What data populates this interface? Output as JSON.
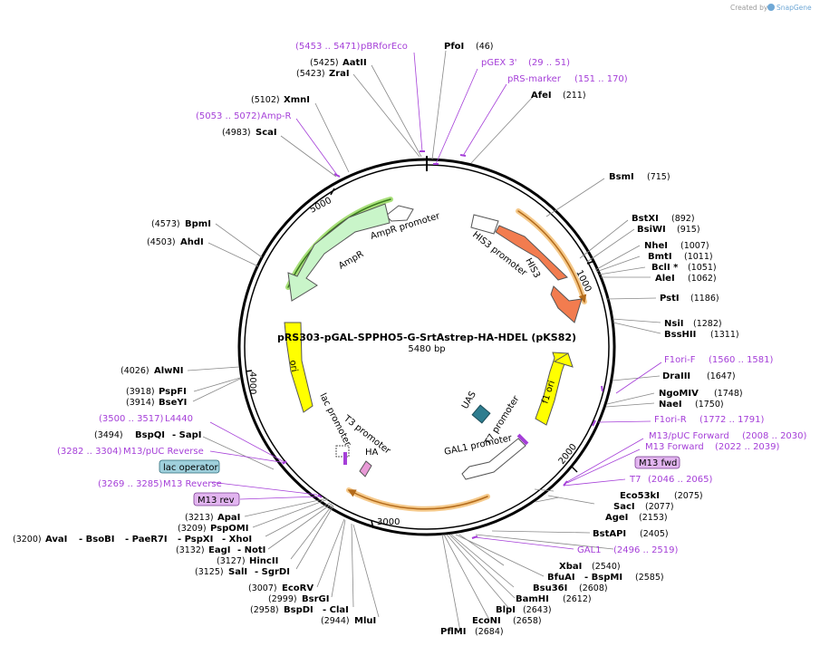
{
  "watermark": {
    "created_by": "Created by",
    "brand": "SnapGene"
  },
  "plasmid": {
    "name": "pRS303-pGAL-SPPHO5-G-SrtAstrep-HA-HDEL (pKS82)",
    "length": "5480 bp"
  },
  "ticks": [
    "1000",
    "2000",
    "3000",
    "4000",
    "5000"
  ],
  "features": {
    "ampr": "AmpR",
    "ampr_promoter": "AmpR promoter",
    "his3": "HIS3",
    "his3_promoter": "HIS3 promoter",
    "ori": "ori",
    "f1_ori": "f1 ori",
    "lac_promoter": "lac promoter",
    "t3_promoter": "T3 promoter",
    "ha": "HA",
    "uas": "UAS",
    "gal1_promoter": "GAL1 promoter",
    "t7_promoter": "T7 promoter"
  },
  "enzymes": {
    "pfoi": {
      "name": "PfoI",
      "pos": "(46)"
    },
    "aatii": {
      "name": "AatII",
      "pos": "(5425)"
    },
    "zrai": {
      "name": "ZraI",
      "pos": "(5423)"
    },
    "xmni": {
      "name": "XmnI",
      "pos": "(5102)"
    },
    "scai": {
      "name": "ScaI",
      "pos": "(4983)"
    },
    "afei": {
      "name": "AfeI",
      "pos": "(211)"
    },
    "bsmi": {
      "name": "BsmI",
      "pos": "(715)"
    },
    "bstxi": {
      "name": "BstXI",
      "pos": "(892)"
    },
    "bsiwi": {
      "name": "BsiWI",
      "pos": "(915)"
    },
    "nhei": {
      "name": "NheI",
      "pos": "(1007)"
    },
    "bmti": {
      "name": "BmtI",
      "pos": "(1011)"
    },
    "bcli": {
      "name": "BclI *",
      "pos": "(1051)"
    },
    "alei": {
      "name": "AleI",
      "pos": "(1062)"
    },
    "psti": {
      "name": "PstI",
      "pos": "(1186)"
    },
    "nsii": {
      "name": "NsiI",
      "pos": "(1282)"
    },
    "bsshii": {
      "name": "BssHII",
      "pos": "(1311)"
    },
    "draiii": {
      "name": "DraIII",
      "pos": "(1647)"
    },
    "ngomiv": {
      "name": "NgoMIV",
      "pos": "(1748)"
    },
    "naei": {
      "name": "NaeI",
      "pos": "(1750)"
    },
    "eco53ki": {
      "name": "Eco53kI",
      "pos": "(2075)"
    },
    "saci": {
      "name": "SacI",
      "pos": "(2077)"
    },
    "agei": {
      "name": "AgeI",
      "pos": "(2153)"
    },
    "bstapi": {
      "name": "BstAPI",
      "pos": "(2405)"
    },
    "xbai": {
      "name": "XbaI",
      "pos": "(2540)"
    },
    "bfuai": {
      "name": "BfuAI",
      "pos": ""
    },
    "bspmi": {
      "name": "- BspMI",
      "pos": "(2585)"
    },
    "bsu36i": {
      "name": "Bsu36I",
      "pos": "(2608)"
    },
    "bamhi": {
      "name": "BamHI",
      "pos": "(2612)"
    },
    "blpi": {
      "name": "BlpI",
      "pos": "(2643)"
    },
    "econi": {
      "name": "EcoNI",
      "pos": "(2658)"
    },
    "pflmi": {
      "name": "PflMI",
      "pos": "(2684)"
    },
    "bpmi": {
      "name": "BpmI",
      "pos": "(4573)"
    },
    "ahdi": {
      "name": "AhdI",
      "pos": "(4503)"
    },
    "alwni": {
      "name": "AlwNI",
      "pos": "(4026)"
    },
    "pspfi": {
      "name": "PspFI",
      "pos": "(3918)"
    },
    "bseyi": {
      "name": "BseYI",
      "pos": "(3914)"
    },
    "bspqi": {
      "name": "BspQI",
      "pos": "(3494)"
    },
    "sapi": {
      "name": "- SapI",
      "pos": ""
    },
    "apai": {
      "name": "ApaI",
      "pos": "(3213)"
    },
    "pspomi": {
      "name": "PspOMI",
      "pos": "(3209)"
    },
    "avai": {
      "name": "AvaI",
      "pos": "(3200)"
    },
    "bsobi": {
      "name": "- BsoBI",
      "pos": ""
    },
    "paer7i": {
      "name": "- PaeR7I",
      "pos": ""
    },
    "pspxi": {
      "name": "- PspXI",
      "pos": ""
    },
    "xhoi": {
      "name": "- XhoI",
      "pos": ""
    },
    "eagi": {
      "name": "EagI",
      "pos": "(3132)"
    },
    "noti": {
      "name": "- NotI",
      "pos": ""
    },
    "hincii": {
      "name": "HincII",
      "pos": "(3127)"
    },
    "sali": {
      "name": "SalI",
      "pos": "(3125)"
    },
    "sgrdi": {
      "name": "- SgrDI",
      "pos": ""
    },
    "ecorv": {
      "name": "EcoRV",
      "pos": "(3007)"
    },
    "bsrgi": {
      "name": "BsrGI",
      "pos": "(2999)"
    },
    "bspdi": {
      "name": "BspDI",
      "pos": "(2958)"
    },
    "clai": {
      "name": "- ClaI",
      "pos": ""
    },
    "mlui": {
      "name": "MluI",
      "pos": "(2944)"
    }
  },
  "primers": {
    "pbrforeco": {
      "range": "(5453 .. 5471)",
      "name": "pBRforEco"
    },
    "pgex3": {
      "name": "pGEX 3'",
      "range": "(29 .. 51)"
    },
    "prs_marker": {
      "name": "pRS-marker",
      "range": "(151 .. 170)"
    },
    "amp_r": {
      "range": "(5053 .. 5072)",
      "name": "Amp-R"
    },
    "f1ori_f": {
      "name": "F1ori-F",
      "range": "(1560 .. 1581)"
    },
    "f1ori_r": {
      "name": "F1ori-R",
      "range": "(1772 .. 1791)"
    },
    "m13puc_fwd": {
      "name": "M13/pUC Forward",
      "range": "(2008 .. 2030)"
    },
    "m13_fwd": {
      "name": "M13 Forward",
      "range": "(2022 .. 2039)"
    },
    "m13_fwd_box": {
      "name": "M13 fwd"
    },
    "t7": {
      "name": "T7",
      "range": "(2046 .. 2065)"
    },
    "gal1": {
      "name": "GAL1",
      "range": "(2496 .. 2519)"
    },
    "l4440": {
      "range": "(3500 .. 3517)",
      "name": "L4440"
    },
    "m13puc_rev": {
      "range": "(3282 .. 3304)",
      "name": "M13/pUC Reverse"
    },
    "lac_operator": {
      "name": "lac operator"
    },
    "m13_reverse": {
      "range": "(3269 .. 3285)",
      "name": "M13 Reverse"
    },
    "m13_rev_box": {
      "name": "M13 rev"
    }
  },
  "colors": {
    "backbone": "#000000",
    "primer": "#a53fd8",
    "his3": "#f27c4f",
    "ampr": "#c9f5c9",
    "ori": "#ffff00",
    "uas": "#2e7d8f",
    "orf_highlight": "#f5c98a",
    "m13_box": "#e2b5f0",
    "lac_operator_box": "#9fd0dc"
  }
}
